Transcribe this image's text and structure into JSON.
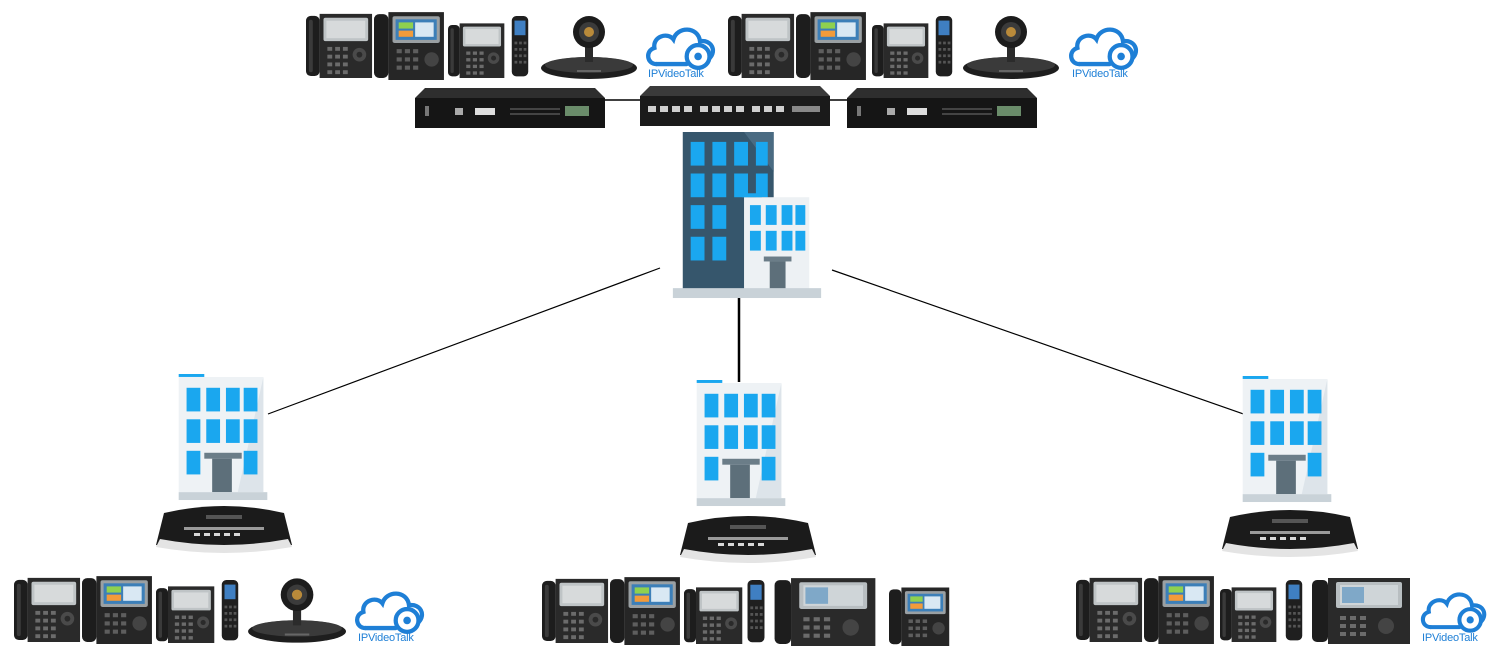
{
  "brand": {
    "name": "IPVideoTalk",
    "cloud_color": "#1e7fd6"
  },
  "colors": {
    "building_dark": "#3b5b71",
    "building_light": "#e9f0f5",
    "window_blue": "#1aa7ef",
    "device_black": "#1c1c1c",
    "line": "#000000"
  },
  "topology": {
    "hq": {
      "building": "hq-building-icon",
      "rack_devices": [
        "ucm-rack-left",
        "network-switch",
        "ucm-rack-right"
      ],
      "endpoint_groups": [
        [
          "desk-phone-icon",
          "color-desk-phone-icon",
          "desk-phone-icon",
          "dect-handset-icon",
          "video-conference-camera-icon",
          "ipvideotalk-cloud-icon"
        ],
        [
          "desk-phone-icon",
          "color-desk-phone-icon",
          "desk-phone-icon",
          "dect-handset-icon",
          "video-conference-camera-icon",
          "ipvideotalk-cloud-icon"
        ]
      ]
    },
    "branches": [
      {
        "name": "branch-left",
        "gateway": "ucm-desktop-icon",
        "endpoints": [
          "desk-phone-icon",
          "color-desk-phone-icon",
          "desk-phone-icon",
          "dect-handset-icon",
          "video-conference-camera-icon",
          "ipvideotalk-cloud-icon"
        ]
      },
      {
        "name": "branch-center",
        "gateway": "ucm-desktop-icon",
        "endpoints": [
          "desk-phone-icon",
          "color-desk-phone-icon",
          "desk-phone-icon",
          "dect-handset-icon",
          "wide-desk-phone-icon",
          "color-desk-phone-icon"
        ]
      },
      {
        "name": "branch-right",
        "gateway": "ucm-desktop-icon",
        "endpoints": [
          "desk-phone-icon",
          "color-desk-phone-icon",
          "desk-phone-icon",
          "dect-handset-icon",
          "wide-desk-phone-icon",
          "ipvideotalk-cloud-icon"
        ]
      }
    ]
  }
}
